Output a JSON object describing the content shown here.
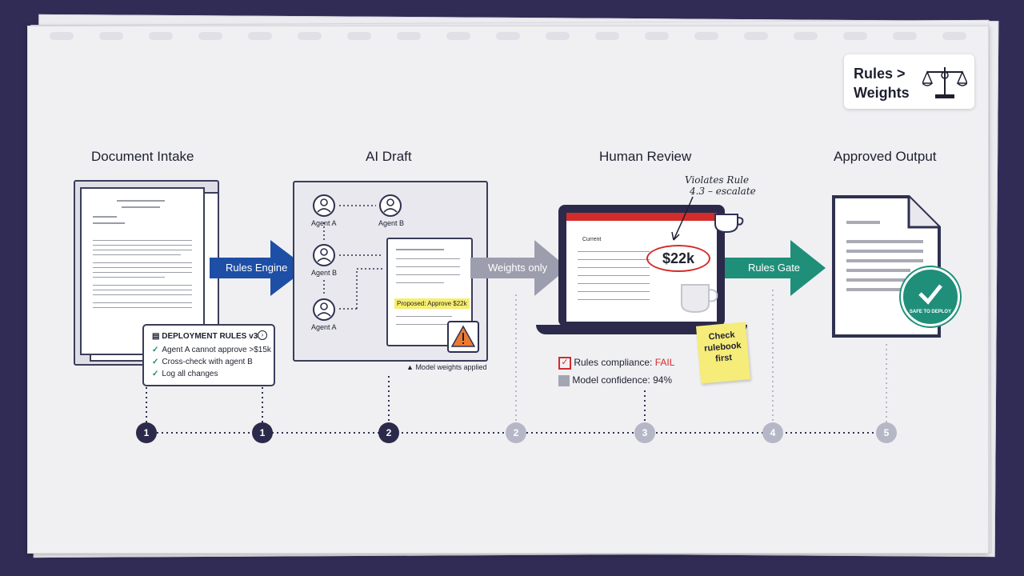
{
  "badge": {
    "line1": "Rules >",
    "line2": "Weights",
    "icon": "scales-icon"
  },
  "stages": [
    {
      "title": "Document Intake"
    },
    {
      "title": "AI Draft"
    },
    {
      "title": "Human Review"
    },
    {
      "title": "Approved Output"
    }
  ],
  "arrows": [
    {
      "label": "Rules Engine",
      "color": "#1e4fa6"
    },
    {
      "label": "Weights only",
      "color": "#9c9eae"
    },
    {
      "label": "Rules Gate",
      "color": "#1f8f7a"
    }
  ],
  "rules_card": {
    "title": "DEPLOYMENT RULES v3",
    "items": [
      "Agent A cannot approve >$15k",
      "Cross-check with agent B",
      "Log all changes"
    ]
  },
  "agents": [
    "Agent A",
    "Agent B",
    "Agent B",
    "Agent A"
  ],
  "draft": {
    "highlight": "Proposed: Approve $22k",
    "note": "Model weights applied"
  },
  "review": {
    "annotation_line1": "Violates Rule",
    "annotation_line2": "4.3 – escalate",
    "amount": "$22k",
    "screen_label": "Current",
    "rules_compliance_label": "Rules compliance:",
    "rules_compliance_value": "FAIL",
    "model_confidence": "Model confidence: 94%",
    "sticky": "Check rulebook first"
  },
  "output": {
    "stamp": "SAFE TO DEPLOY"
  },
  "timeline": [
    "1",
    "1",
    "2",
    "2",
    "3",
    "4",
    "5"
  ],
  "colors": {
    "accent_blue": "#1e4fa6",
    "accent_teal": "#1f8f7a",
    "fail_red": "#d42b2b",
    "dark_navy": "#2c2a4a"
  }
}
